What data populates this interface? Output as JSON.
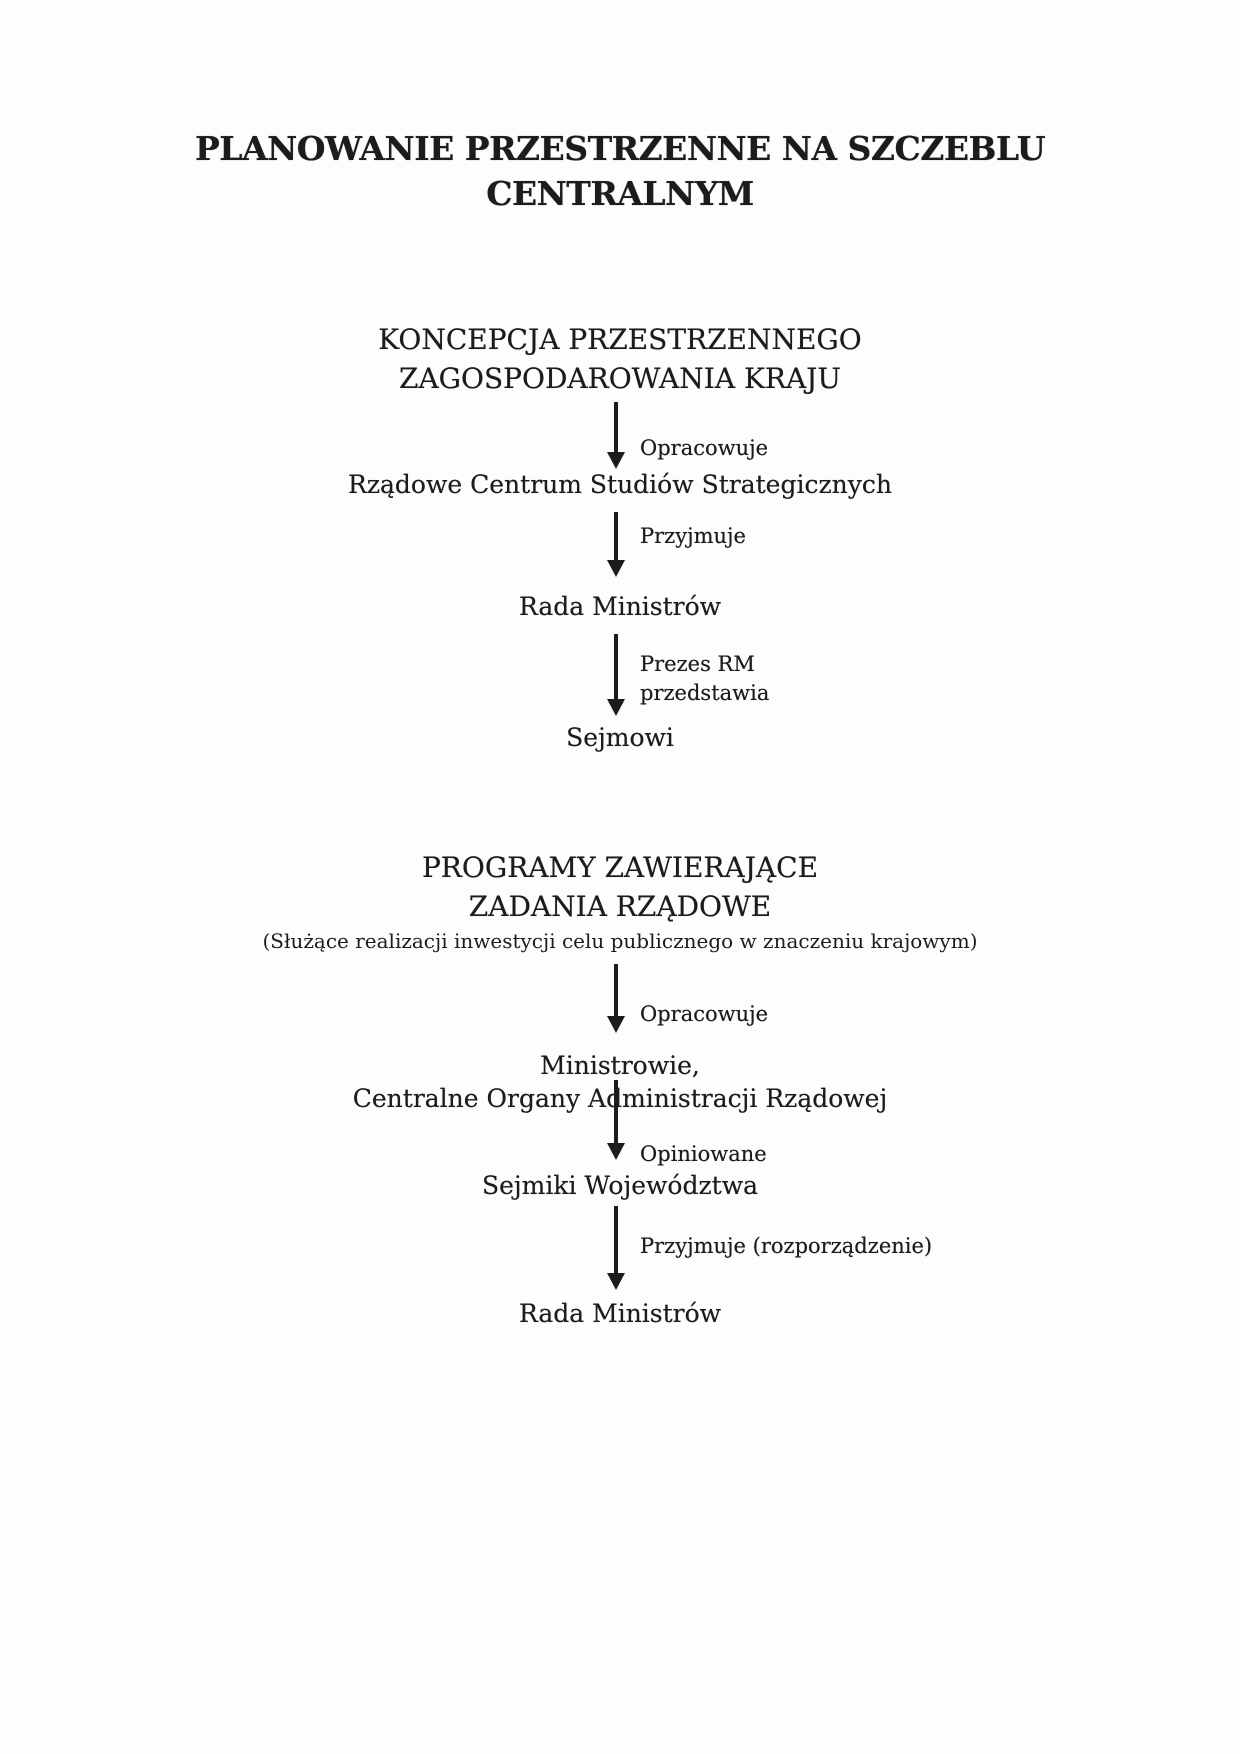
{
  "page": {
    "title": {
      "line1": "PLANOWANIE PRZESTRZENNE NA SZCZEBLU",
      "line2": "CENTRALNYM"
    }
  },
  "section1": {
    "heading": {
      "line1": "KONCEPCJA PRZESTRZENNEGO",
      "line2": "ZAGOSPODAROWANIA KRAJU"
    },
    "arrow_opracowuje_label": "Opracowuje",
    "node_rcss": "Rządowe Centrum Studiów Strategicznych",
    "arrow_przyjmuje_label": "Przyjmuje",
    "node_rada_ministrow": "Rada Ministrów",
    "arrow_prezes_label": {
      "line1": "Prezes RM",
      "line2": "przedstawia"
    },
    "node_sejmowi": "Sejmowi"
  },
  "section2": {
    "heading": {
      "line1": "PROGRAMY ZAWIERAJĄCE",
      "line2": "ZADANIA RZĄDOWE"
    },
    "subtitle": "(Służące realizacji inwestycji celu publicznego w znaczeniu krajowym)",
    "arrow_opracowuje_label": "Opracowuje",
    "node_ministrowie": {
      "line1": "Ministrowie,",
      "line2": "Centralne Organy Administracji Rządowej"
    },
    "arrow_opiniowane_label": "Opiniowane",
    "node_sejmiki": "Sejmiki Województwa",
    "arrow_przyjmuje_label": "Przyjmuje (rozporządzenie)",
    "node_rada_ministrow": "Rada Ministrów"
  },
  "colors": {
    "text": "#1c1c1c",
    "background": "#fdfdfd"
  }
}
